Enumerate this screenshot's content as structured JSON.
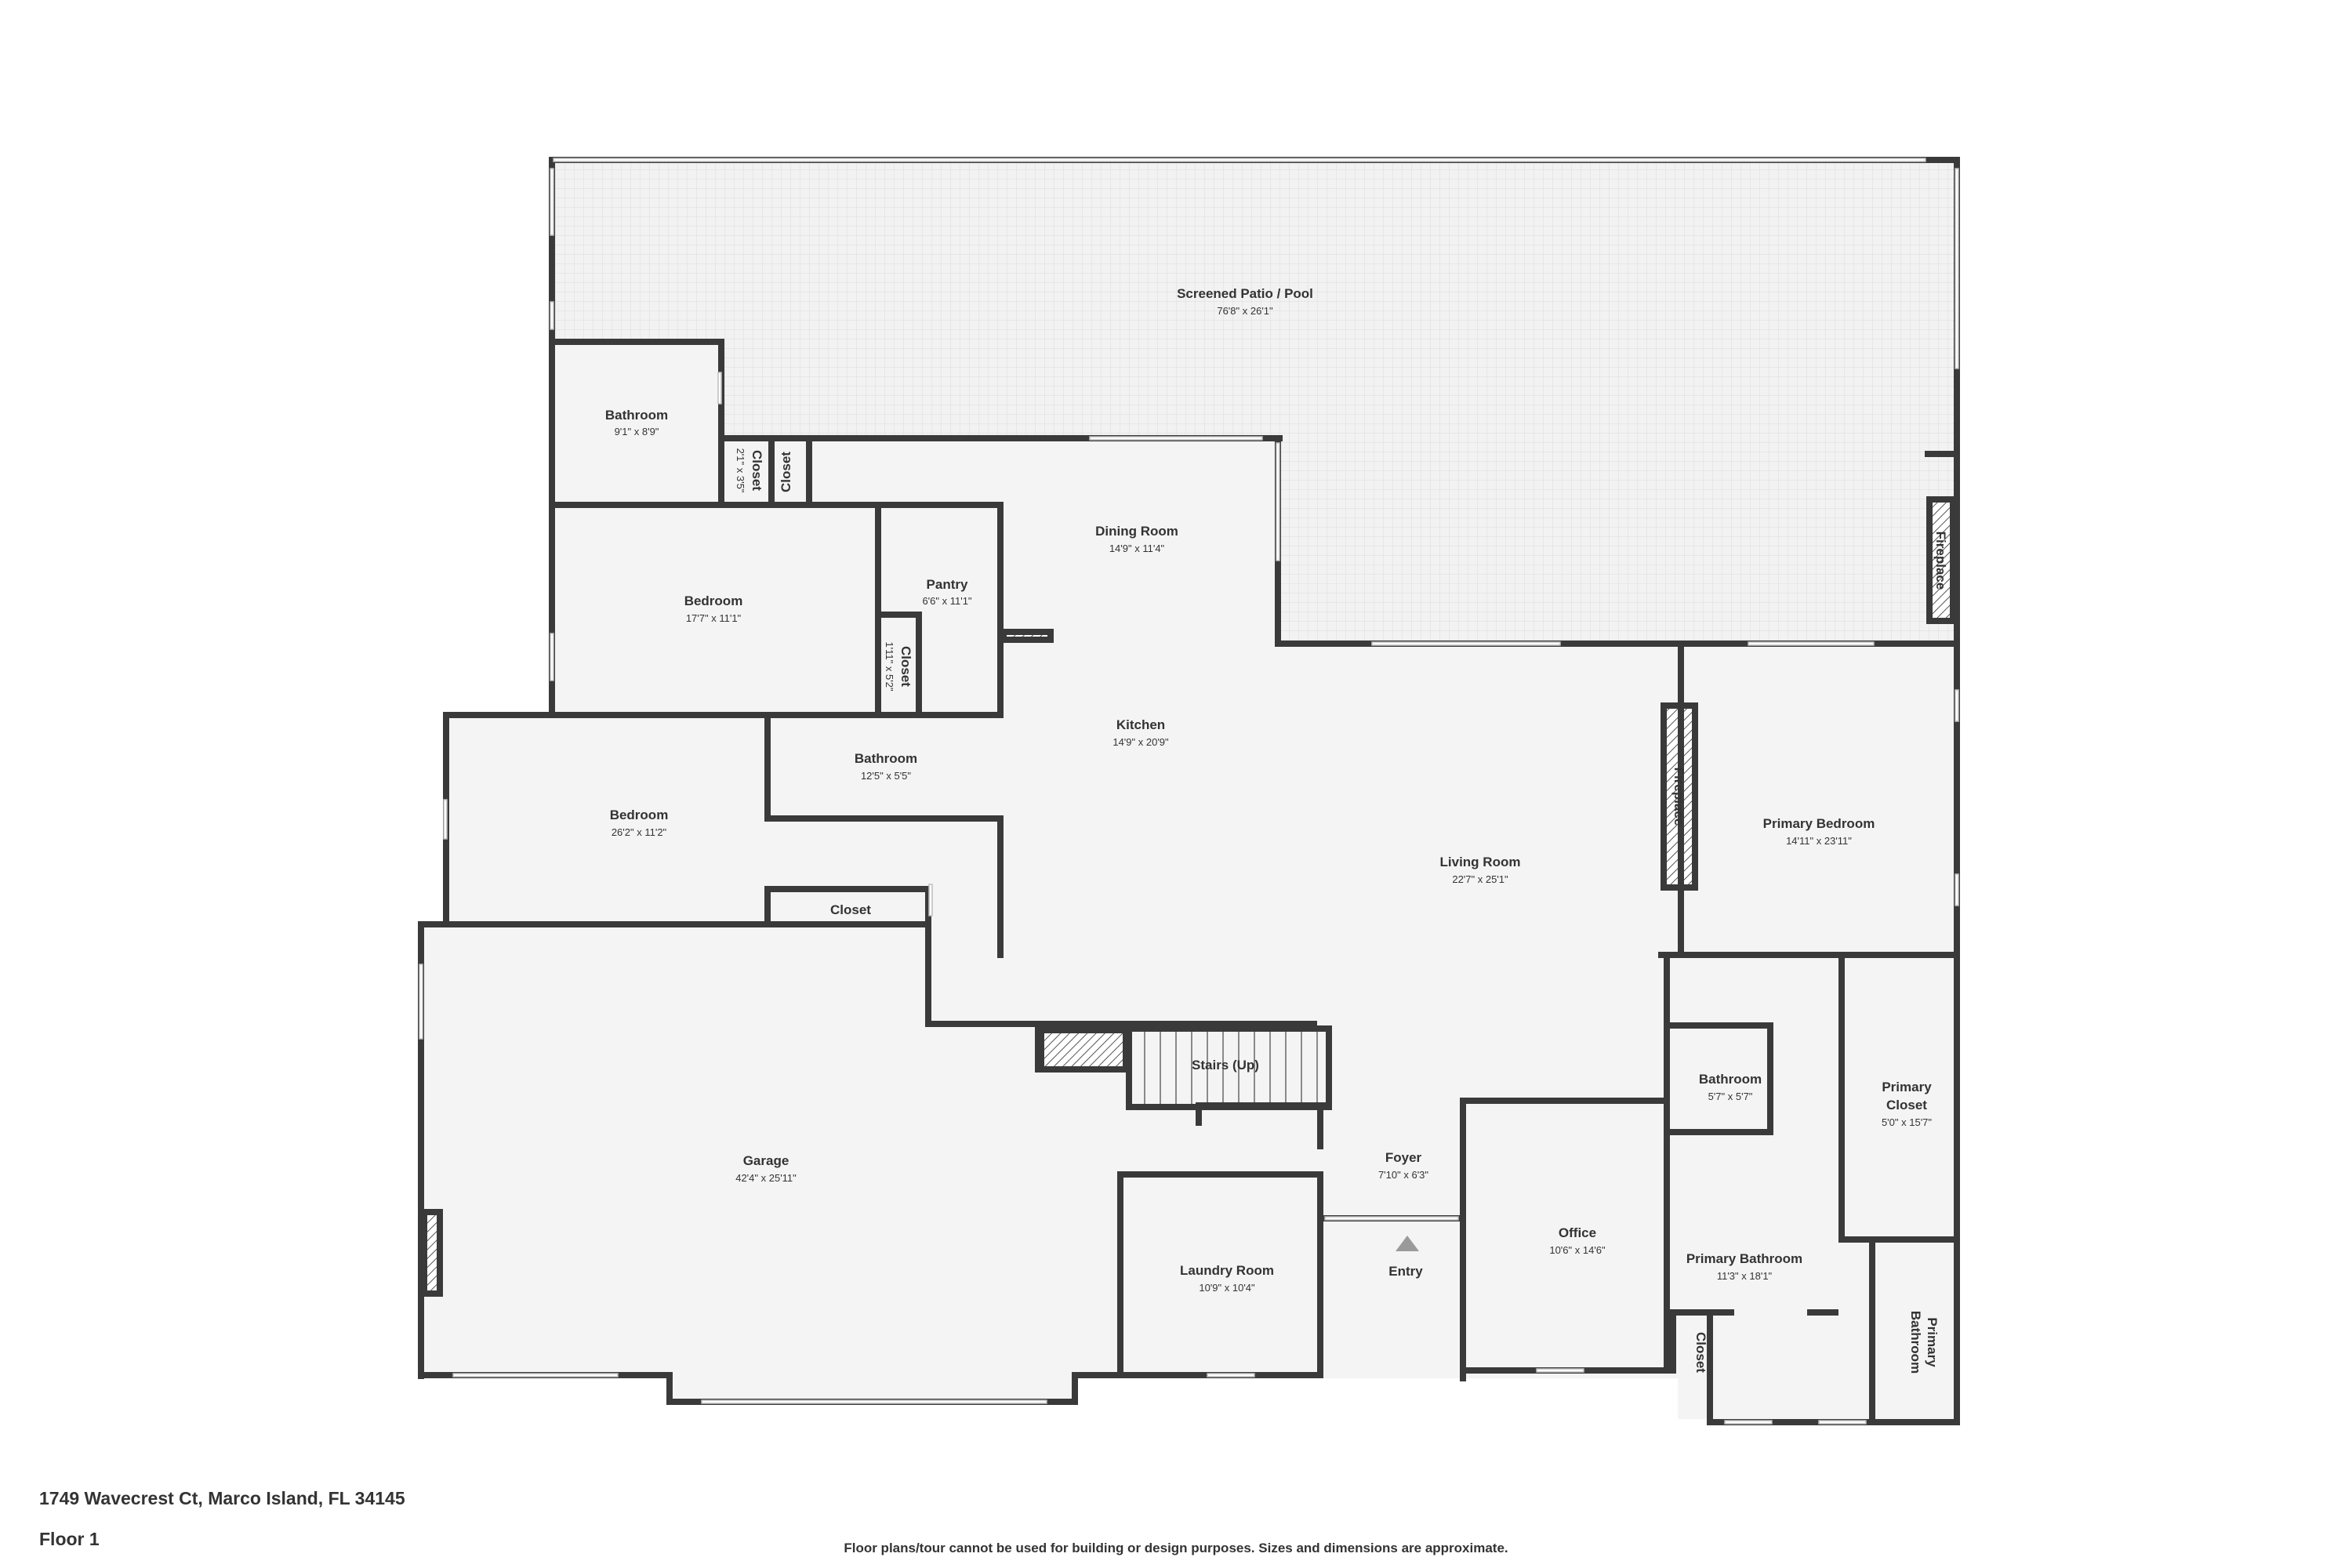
{
  "address": "1749 Wavecrest Ct, Marco Island, FL 34145",
  "floor": "Floor 1",
  "disclaimer": "Floor plans/tour cannot be used for building or design purposes. Sizes and dimensions are approximate.",
  "rooms": {
    "patio": {
      "name": "Screened Patio / Pool",
      "dims": "76'8\" x 26'1\""
    },
    "bathroom1": {
      "name": "Bathroom",
      "dims": "9'1\" x 8'9\""
    },
    "closet_small": {
      "name": "Closet",
      "dims": "2'1\" x 3'5\""
    },
    "closet_b": {
      "name": "Closet"
    },
    "dining": {
      "name": "Dining Room",
      "dims": "14'9\" x 11'4\""
    },
    "pantry": {
      "name": "Pantry",
      "dims": "6'6\" x 11'1\""
    },
    "bedroom1": {
      "name": "Bedroom",
      "dims": "17'7\" x 11'1\""
    },
    "closet_c": {
      "name": "Closet",
      "dims": "1'11\" x 5'2\""
    },
    "kitchen": {
      "name": "Kitchen",
      "dims": "14'9\" x 20'9\""
    },
    "bathroom2": {
      "name": "Bathroom",
      "dims": "12'5\" x 5'5\""
    },
    "bedroom2": {
      "name": "Bedroom",
      "dims": "26'2\" x 11'2\""
    },
    "closet_d": {
      "name": "Closet"
    },
    "fireplace1": {
      "name": "Fireplace"
    },
    "fireplace2": {
      "name": "Fireplace"
    },
    "living": {
      "name": "Living Room",
      "dims": "22'7\" x 25'1\""
    },
    "primary_bedroom": {
      "name": "Primary Bedroom",
      "dims": "14'11\" x 23'11\""
    },
    "stairs": {
      "name": "Stairs (Up)"
    },
    "garage": {
      "name": "Garage",
      "dims": "42'4\" x 25'11\""
    },
    "foyer": {
      "name": "Foyer",
      "dims": "7'10\" x 6'3\""
    },
    "entry": {
      "name": "Entry"
    },
    "laundry": {
      "name": "Laundry Room",
      "dims": "10'9\" x 10'4\""
    },
    "office": {
      "name": "Office",
      "dims": "10'6\" x 14'6\""
    },
    "bathroom3": {
      "name": "Bathroom",
      "dims": "5'7\" x 5'7\""
    },
    "primary_closet_l1": "Primary",
    "primary_closet_l2": "Closet",
    "primary_closet_dims": "5'0\" x 15'7\"",
    "primary_bathroom": {
      "name": "Primary Bathroom",
      "dims": "11'3\" x 18'1\""
    },
    "closet_e": {
      "name": "Closet"
    },
    "primary_bathroom2_l1": "Primary",
    "primary_bathroom2_l2": "Bathroom"
  }
}
